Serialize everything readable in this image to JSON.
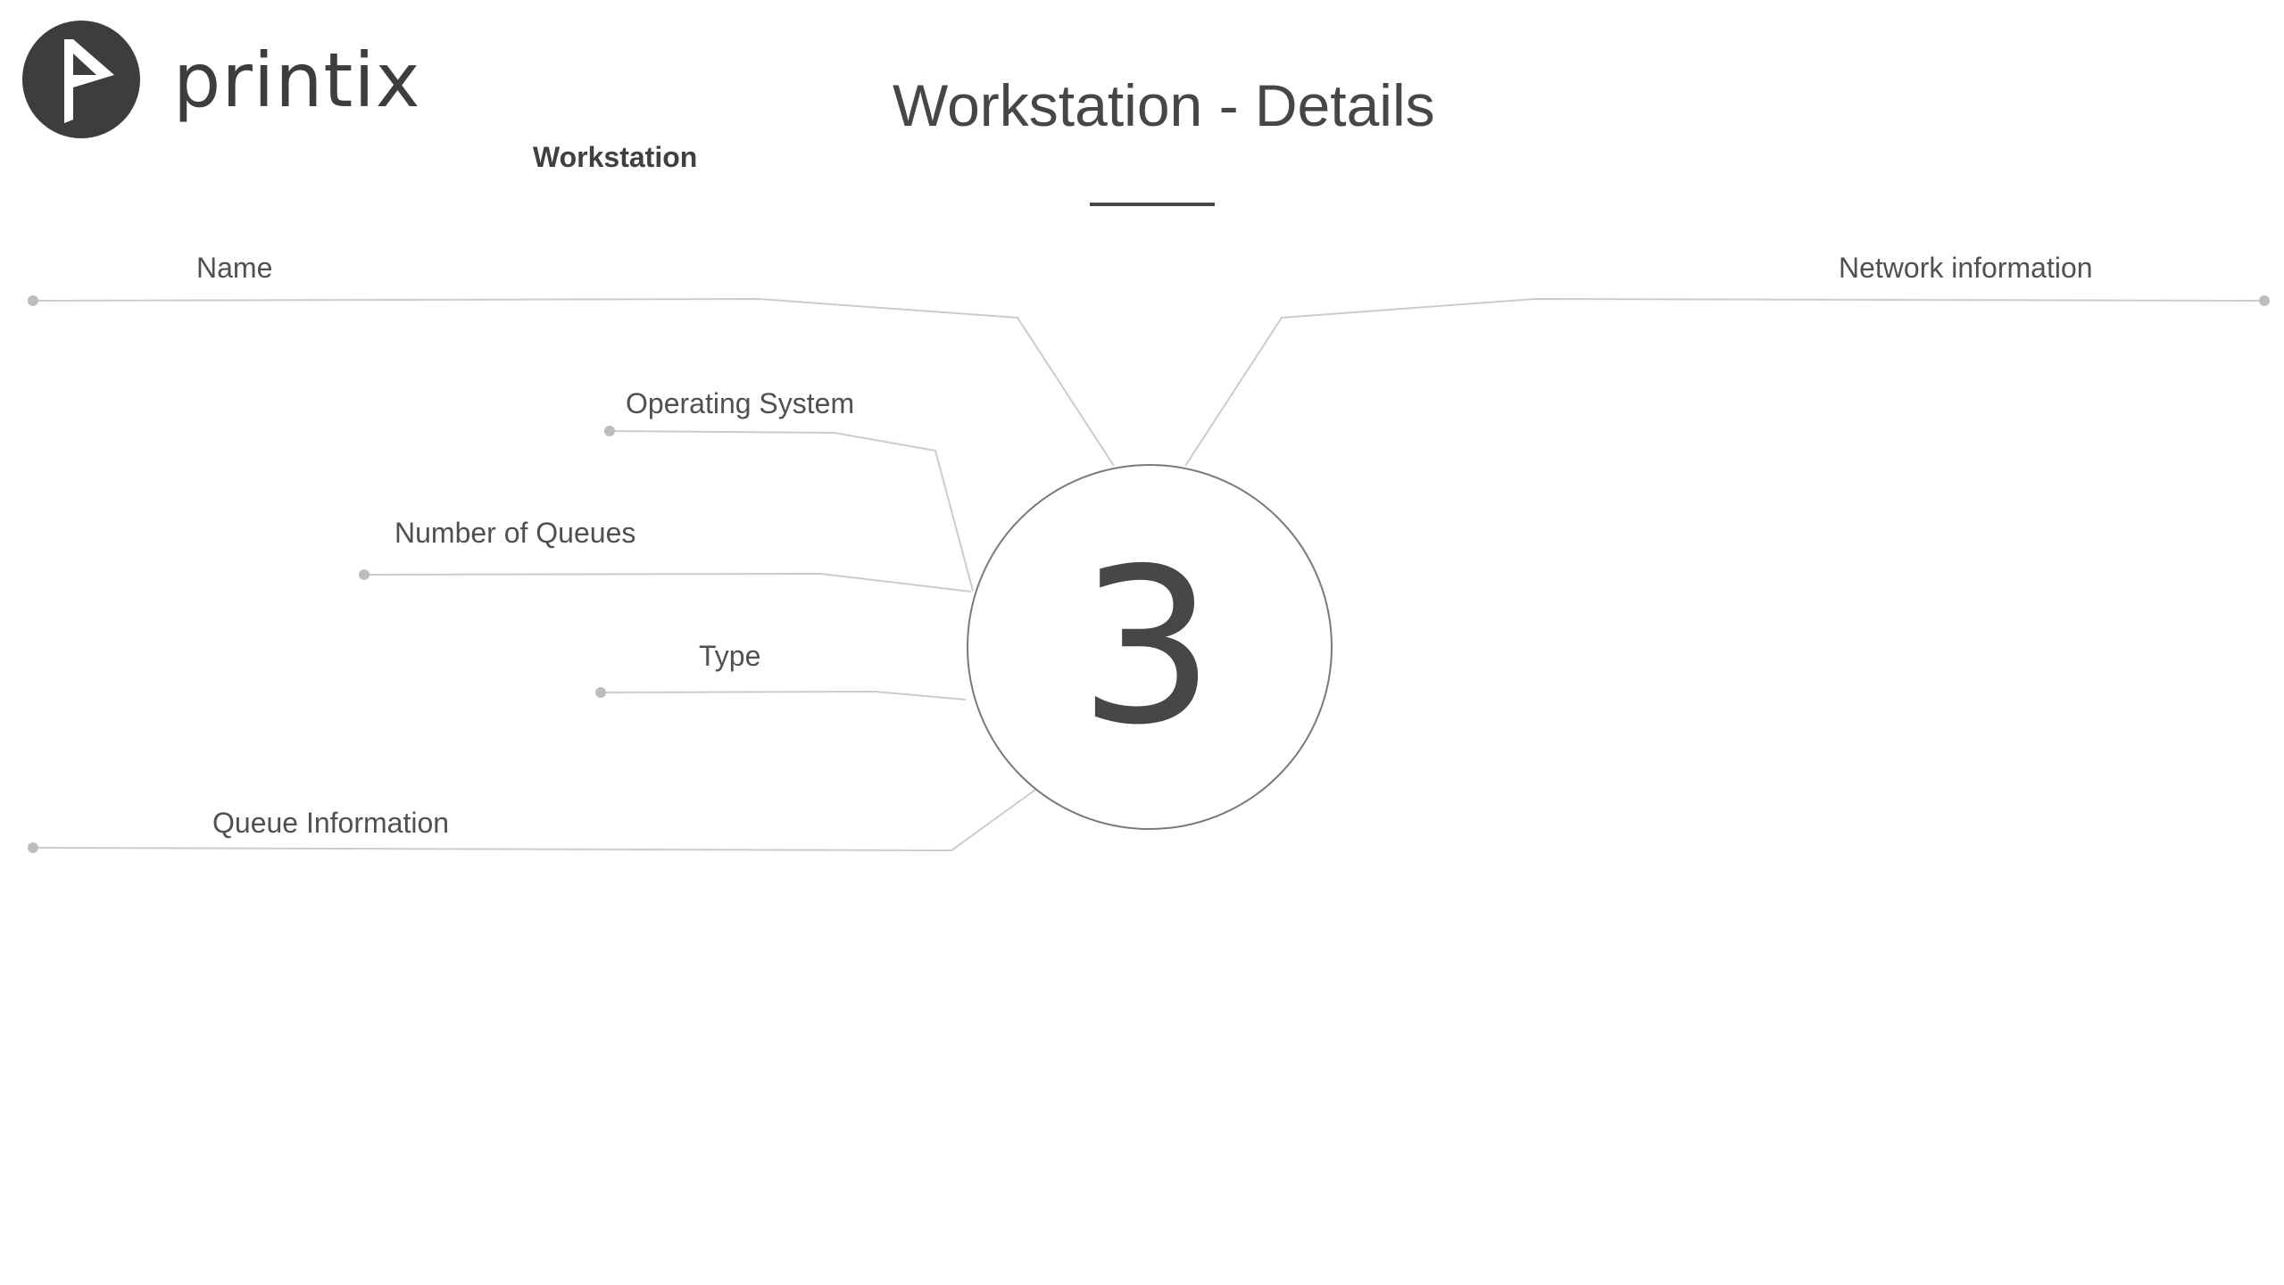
{
  "brand": {
    "name": "printix",
    "logo_icon": "printix-logo-icon",
    "colors": {
      "logo_dark": "#3d3d3d",
      "text": "#404040",
      "connector": "#cccccc",
      "dot": "#bdbdbd",
      "circle_outline": "#7a7a7a"
    }
  },
  "page": {
    "title": "Workstation - Details",
    "section_label": "Workstation"
  },
  "fields": {
    "name": "Name",
    "operating_system": "Operating System",
    "number_of_queues": "Number of Queues",
    "type": "Type",
    "queue_information": "Queue Information",
    "network_information": "Network information"
  },
  "kpi": {
    "value": "3"
  }
}
